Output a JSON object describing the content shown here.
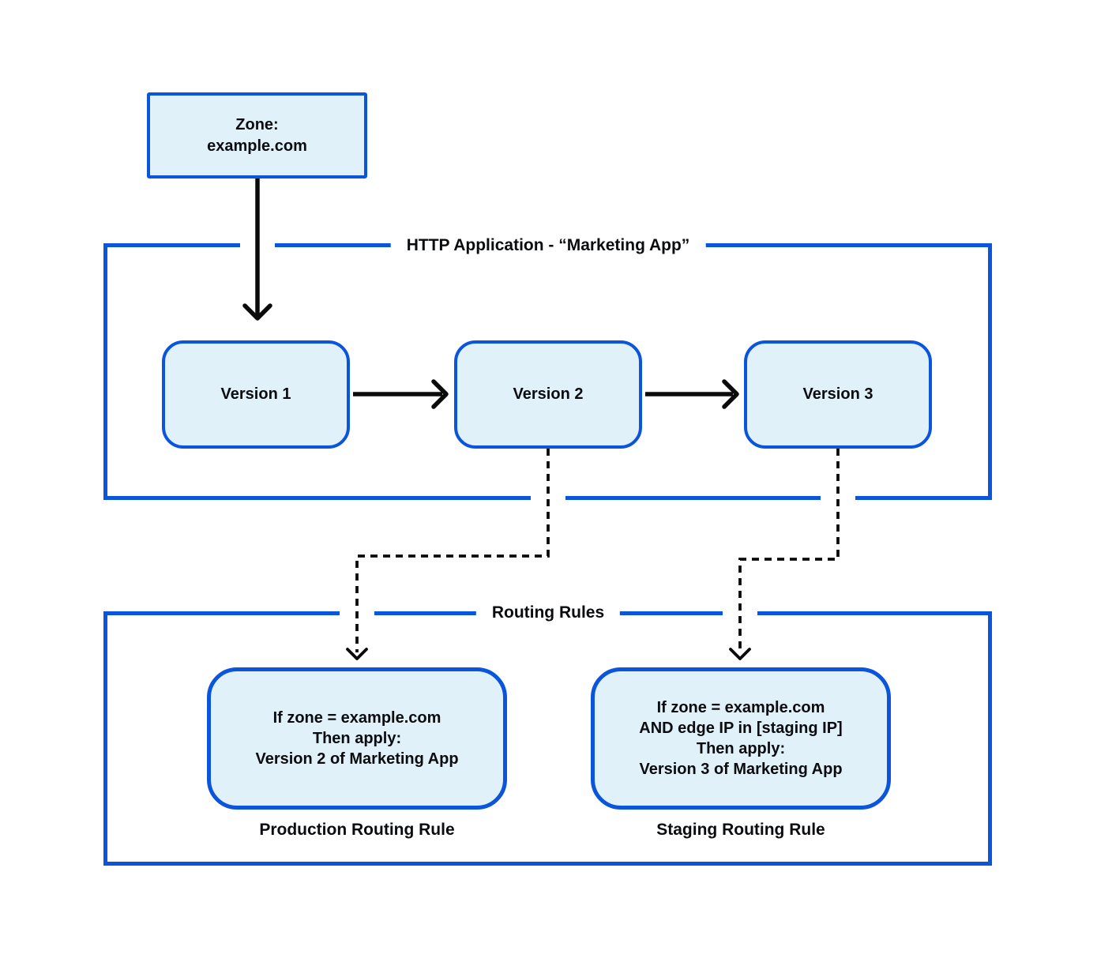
{
  "zone_box": {
    "text": "Zone:\nexample.com"
  },
  "http_app": {
    "title": "HTTP Application - “Marketing App”",
    "versions": [
      "Version 1",
      "Version 2",
      "Version 3"
    ]
  },
  "routing_rules": {
    "title": "Routing Rules",
    "production_rule": {
      "text": "If zone = example.com\nThen apply:\nVersion 2 of Marketing App",
      "caption": "Production Routing Rule"
    },
    "staging_rule": {
      "text": "If zone = example.com\nAND edge IP in [staging IP]\nThen apply:\nVersion 3 of Marketing App",
      "caption": "Staging Routing Rule"
    }
  },
  "connectors": [
    {
      "name": "zone-to-version1-arrow",
      "style": "solid"
    },
    {
      "name": "version1-to-version2-arrow",
      "style": "solid"
    },
    {
      "name": "version2-to-version3-arrow",
      "style": "solid"
    },
    {
      "name": "version2-to-production-rule-arrow",
      "style": "dashed"
    },
    {
      "name": "version3-to-staging-rule-arrow",
      "style": "dashed"
    }
  ],
  "colors": {
    "accent_blue": "#0A55DC",
    "node_fill": "#E1F1FA",
    "connector_black": "#0B0B0B",
    "text_dark": "#0A0C0F",
    "background": "#FFFFFF"
  }
}
